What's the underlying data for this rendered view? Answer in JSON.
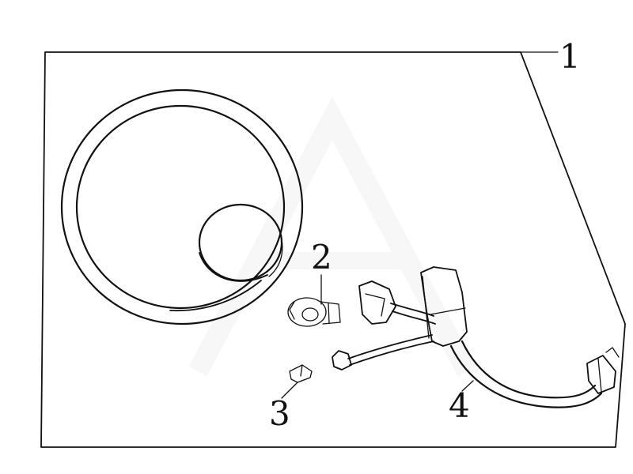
{
  "callouts": {
    "part1": "1",
    "part2": "2",
    "part3": "3",
    "part4": "4"
  },
  "colors": {
    "line": "#111111",
    "background": "#ffffff",
    "watermark": "#f1f1f1"
  }
}
